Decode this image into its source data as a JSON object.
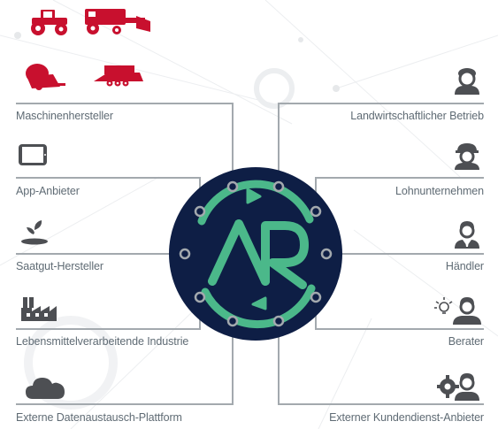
{
  "colors": {
    "accent_red": "#c8102e",
    "icon_dark": "#4d4f53",
    "connector": "#a3a9ae",
    "hub_fill": "#0e1e45",
    "logo_green": "#4bb88a",
    "label_text": "#5f6b74"
  },
  "hub": {
    "logo_text": "AR"
  },
  "left_groups": [
    {
      "label": "Maschinenhersteller",
      "icons": [
        "tractor-icon",
        "combine-harvester-icon",
        "round-baler-icon",
        "square-baler-icon"
      ]
    },
    {
      "label": "App-Anbieter",
      "icons": [
        "tablet-icon"
      ]
    },
    {
      "label": "Saatgut-Hersteller",
      "icons": [
        "seedling-icon"
      ]
    },
    {
      "label": "Lebensmittelverarbeitende Industrie",
      "icons": [
        "factory-icon"
      ]
    },
    {
      "label": "Externe Datenaustausch-Plattform",
      "icons": [
        "cloud-icon"
      ]
    }
  ],
  "right_groups": [
    {
      "label": "Landwirtschaftlicher Betrieb",
      "icons": [
        "farmer-icon"
      ]
    },
    {
      "label": "Lohnunternehmen",
      "icons": [
        "contractor-helmet-icon"
      ]
    },
    {
      "label": "Händler",
      "icons": [
        "dealer-suit-icon"
      ]
    },
    {
      "label": "Berater",
      "icons": [
        "consultant-idea-icon"
      ]
    },
    {
      "label": "Externer Kundendienst-Anbieter",
      "icons": [
        "service-gear-person-icon"
      ]
    }
  ]
}
